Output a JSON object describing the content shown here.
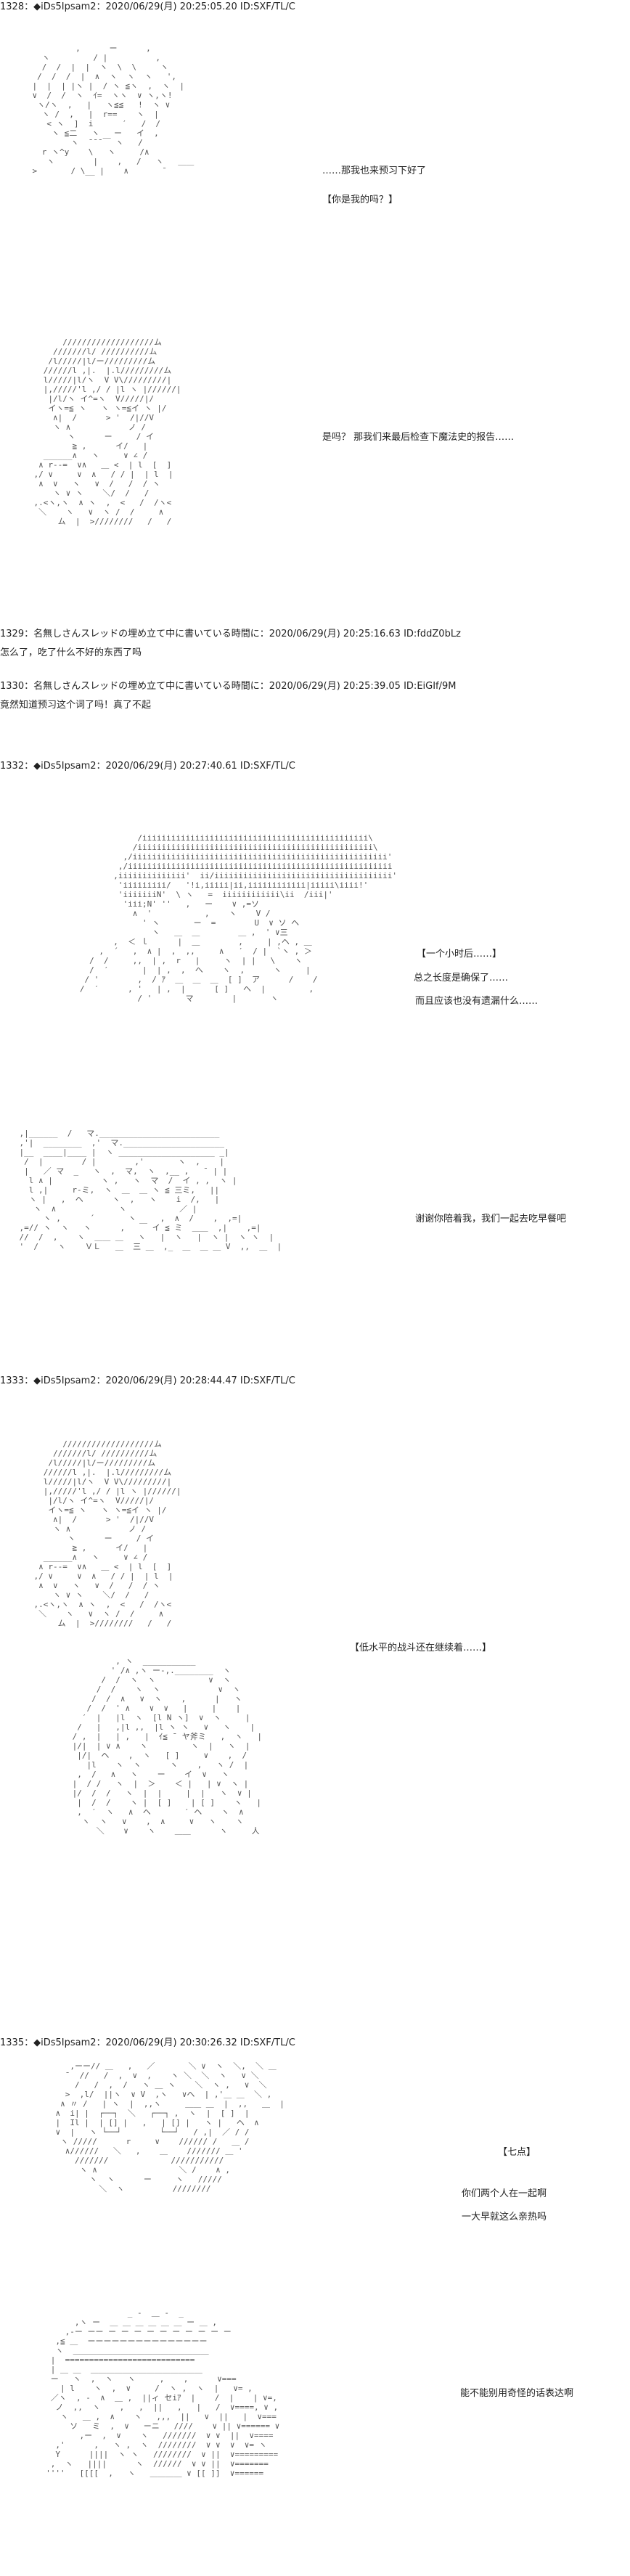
{
  "posts": [
    {
      "header": "1328：◆iDs5Ipsam2：2020/06/29(月) 20:25:05.20 ID:SXF/TL/C",
      "lines": [
        "……那我也来预习下好了",
        "【你是我的吗？】",
        "是吗？ 那我们来最后检查下魔法史的报告……"
      ]
    },
    {
      "header": "1329：名無しさんスレッドの埋め立て中に書いている時間に：2020/06/29(月) 20:25:16.63 ID:fddZ0bLz",
      "lines": [
        "怎么了，吃了什么不好的东西了吗"
      ]
    },
    {
      "header": "1330：名無しさんスレッドの埋め立て中に書いている時間に：2020/06/29(月) 20:25:39.05 ID:EiGIf/9M",
      "lines": [
        "竟然知道预习这个词了吗！真了不起"
      ]
    },
    {
      "header": "1332：◆iDs5Ipsam2：2020/06/29(月) 20:27:40.61 ID:SXF/TL/C",
      "lines": [
        "【一个小时后……】",
        "总之长度是确保了……",
        "而且应该也没有遗漏什么……",
        "谢谢你陪着我，我们一起去吃早餐吧"
      ]
    },
    {
      "header": "1333：◆iDs5Ipsam2：2020/06/29(月) 20:28:44.47 ID:SXF/TL/C",
      "lines": [
        "【低水平的战斗还在继续着……】"
      ]
    },
    {
      "header": "1335：◆iDs5Ipsam2：2020/06/29(月) 20:30:26.32 ID:SXF/TL/C",
      "lines": [
        "你们两个人在一起啊",
        "一大早就这么亲热吗",
        "能不能别用奇怪的话表达啊"
      ]
    }
  ]
}
